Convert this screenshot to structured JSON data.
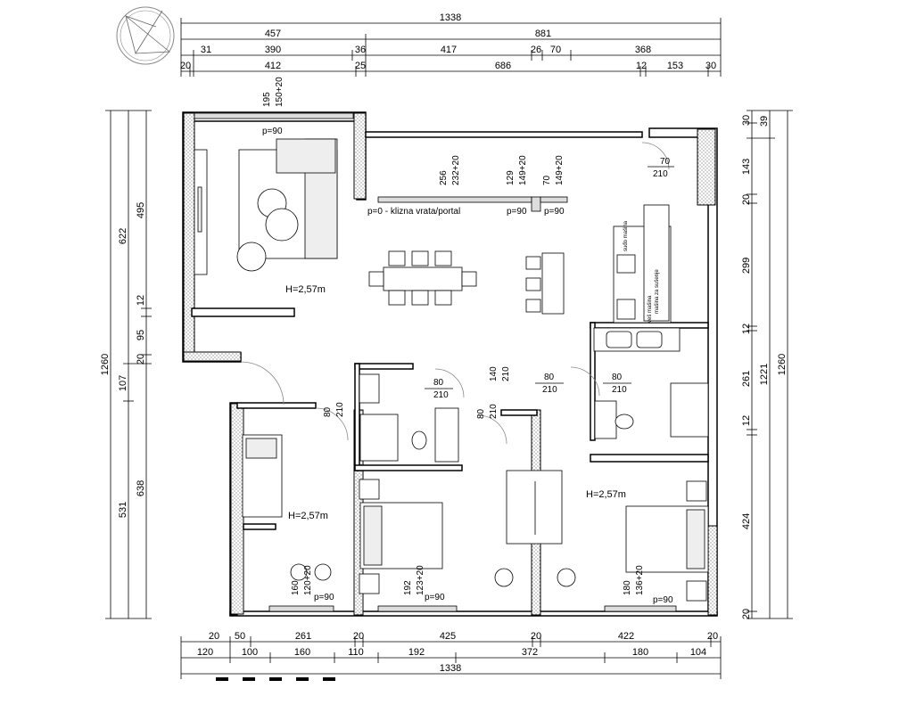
{
  "top_dims": {
    "row1": [
      "1338"
    ],
    "row2": [
      "457",
      "881"
    ],
    "row3": [
      "31",
      "390",
      "36",
      "417",
      "26",
      "70",
      "368"
    ],
    "row4": [
      "20",
      "412",
      "25",
      "686",
      "12",
      "153",
      "30"
    ]
  },
  "bottom_dims": {
    "row1": [
      "20",
      "50",
      "261",
      "20",
      "425",
      "20",
      "422",
      "20"
    ],
    "row2": [
      "120",
      "100",
      "160",
      "110",
      "192",
      "372",
      "180",
      "104"
    ],
    "row3": [
      "1338"
    ]
  },
  "left_dims": {
    "outer": [
      "1260"
    ],
    "mid": [
      "622",
      "107",
      "531"
    ],
    "inner": [
      "495",
      "12",
      "95",
      "20",
      "638"
    ]
  },
  "right_dims": {
    "outer": [
      "1260"
    ],
    "mid": [
      "1221"
    ],
    "inner": [
      "30",
      "39",
      "143",
      "20",
      "299",
      "12",
      "261",
      "12",
      "424",
      "20"
    ]
  },
  "rooms": {
    "living_height": "H=2,57m",
    "bedroom_left_height": "H=2,57m",
    "bedroom_right_height": "H=2,57m"
  },
  "openings": {
    "living_window_w": "195",
    "living_window_h": "150+20",
    "living_window_p": "p=90",
    "slide_w": "256",
    "slide_h": "232+20",
    "slide_label": "p=0 - klizna vrata/portal",
    "win2_w": "129",
    "win2_h": "149+20",
    "win2_p": "p=90",
    "win3_w": "70",
    "win3_h": "149+20",
    "win3_p": "p=90",
    "door_top_right_w": "70",
    "door_top_right_h": "210",
    "door_hall_w": "80",
    "door_hall_h": "210",
    "door_hall2_w": "140",
    "door_hall2_h": "210",
    "door_hall3_w": "80",
    "door_hall3_h": "210",
    "door_right_w": "80",
    "door_right_h": "210",
    "door_bed_left_w": "80",
    "door_bed_left_h": "210",
    "door_mid_w": "80",
    "door_mid_h": "210",
    "bed_left_win_w": "160",
    "bed_left_win_h": "120+20",
    "bed_left_win_p": "p=90",
    "mid_win_w": "192",
    "mid_win_h": "123+20",
    "mid_win_p": "p=90",
    "bed_right_win_w": "180",
    "bed_right_win_h": "136+20",
    "bed_right_win_p": "p=90"
  },
  "appliances": {
    "washer": "suđo mašina",
    "dryer": "mašina za sušenje",
    "washer2": "veš mašina"
  }
}
